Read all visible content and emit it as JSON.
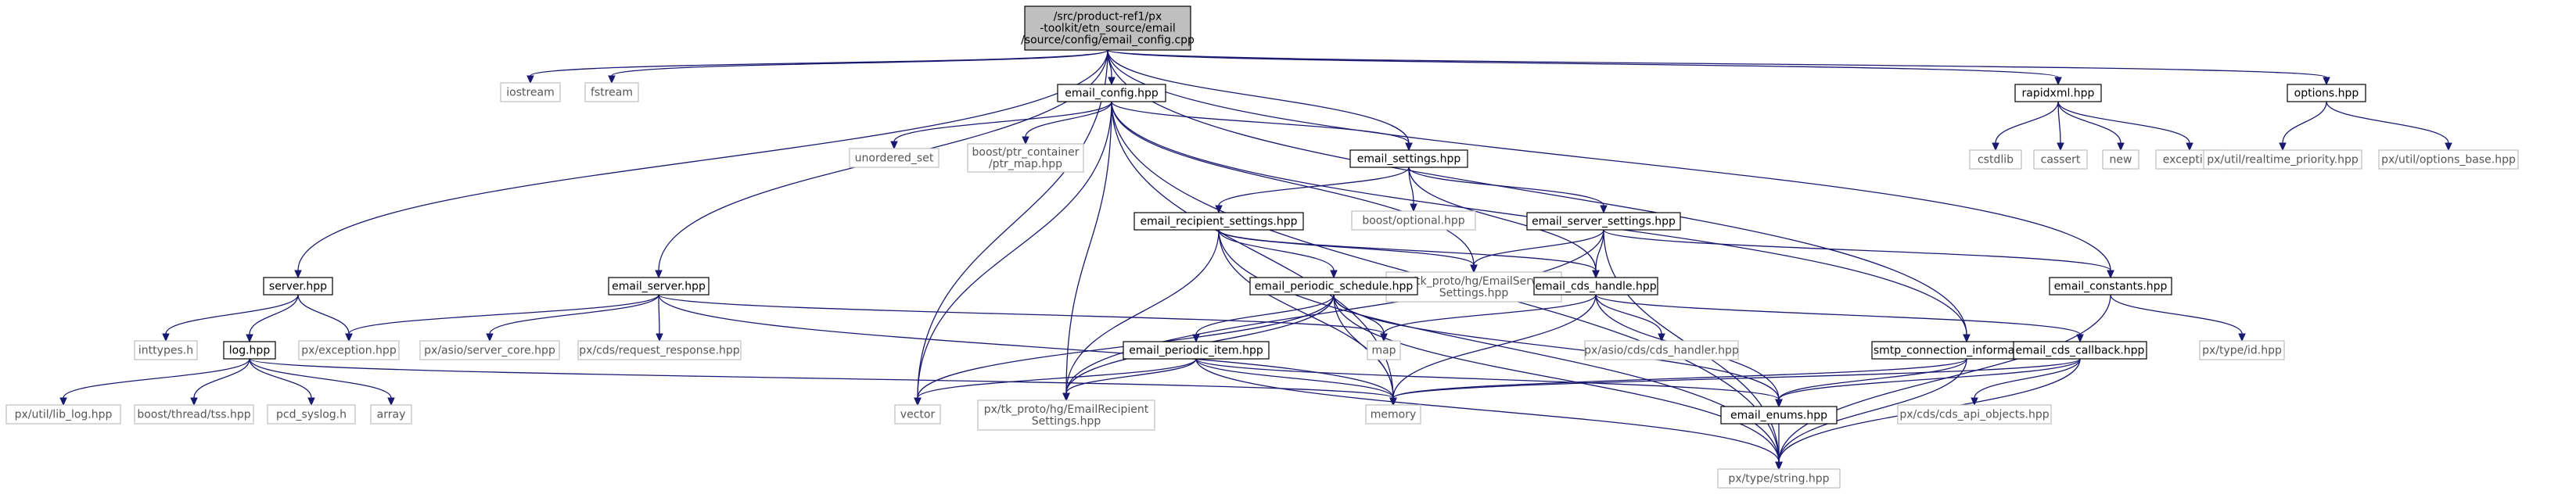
{
  "nodes": [
    {
      "id": "root",
      "lines": [
        "/src/product-ref1/px",
        "-toolkit/etn_source/email",
        "/source/config/email_config.cpp"
      ],
      "kind": "root"
    },
    {
      "id": "iostream",
      "lines": [
        "iostream"
      ],
      "kind": "ext"
    },
    {
      "id": "fstream",
      "lines": [
        "fstream"
      ],
      "kind": "ext"
    },
    {
      "id": "email_config_hpp",
      "lines": [
        "email_config.hpp"
      ],
      "kind": "file"
    },
    {
      "id": "rapidxml_hpp",
      "lines": [
        "rapidxml.hpp"
      ],
      "kind": "file"
    },
    {
      "id": "options_hpp",
      "lines": [
        "options.hpp"
      ],
      "kind": "file"
    },
    {
      "id": "cstdlib",
      "lines": [
        "cstdlib"
      ],
      "kind": "ext"
    },
    {
      "id": "cassert",
      "lines": [
        "cassert"
      ],
      "kind": "ext"
    },
    {
      "id": "new",
      "lines": [
        "new"
      ],
      "kind": "ext"
    },
    {
      "id": "exception",
      "lines": [
        "exception"
      ],
      "kind": "ext"
    },
    {
      "id": "realtime_priority",
      "lines": [
        "px/util/realtime_priority.hpp"
      ],
      "kind": "ext"
    },
    {
      "id": "options_base",
      "lines": [
        "px/util/options_base.hpp"
      ],
      "kind": "ext"
    },
    {
      "id": "unordered_set",
      "lines": [
        "unordered_set"
      ],
      "kind": "ext"
    },
    {
      "id": "ptr_map",
      "lines": [
        "boost/ptr_container",
        "/ptr_map.hpp"
      ],
      "kind": "ext"
    },
    {
      "id": "email_settings_hpp",
      "lines": [
        "email_settings.hpp"
      ],
      "kind": "file"
    },
    {
      "id": "boost_optional",
      "lines": [
        "boost/optional.hpp"
      ],
      "kind": "ext"
    },
    {
      "id": "email_recipient_settings_hpp",
      "lines": [
        "email_recipient_settings.hpp"
      ],
      "kind": "file"
    },
    {
      "id": "email_server_settings_hpp",
      "lines": [
        "email_server_settings.hpp"
      ],
      "kind": "file"
    },
    {
      "id": "hg_email_server_settings",
      "lines": [
        "px/tk_proto/hg/EmailServer",
        "Settings.hpp"
      ],
      "kind": "ext"
    },
    {
      "id": "email_cds_handle_hpp",
      "lines": [
        "email_cds_handle.hpp"
      ],
      "kind": "file"
    },
    {
      "id": "email_constants_hpp",
      "lines": [
        "email_constants.hpp"
      ],
      "kind": "file"
    },
    {
      "id": "server_hpp",
      "lines": [
        "server.hpp"
      ],
      "kind": "file"
    },
    {
      "id": "email_server_hpp",
      "lines": [
        "email_server.hpp"
      ],
      "kind": "file"
    },
    {
      "id": "email_periodic_schedule_hpp",
      "lines": [
        "email_periodic_schedule.hpp"
      ],
      "kind": "file"
    },
    {
      "id": "inttypes",
      "lines": [
        "inttypes.h"
      ],
      "kind": "ext"
    },
    {
      "id": "log_hpp",
      "lines": [
        "log.hpp"
      ],
      "kind": "file"
    },
    {
      "id": "px_exception",
      "lines": [
        "px/exception.hpp"
      ],
      "kind": "ext"
    },
    {
      "id": "server_core",
      "lines": [
        "px/asio/server_core.hpp"
      ],
      "kind": "ext"
    },
    {
      "id": "request_response",
      "lines": [
        "px/cds/request_response.hpp"
      ],
      "kind": "ext"
    },
    {
      "id": "map",
      "lines": [
        "map"
      ],
      "kind": "ext"
    },
    {
      "id": "cds_handler",
      "lines": [
        "px/asio/cds/cds_handler.hpp"
      ],
      "kind": "ext"
    },
    {
      "id": "smtp_hpp",
      "lines": [
        "smtp_connection_information.hpp"
      ],
      "kind": "file"
    },
    {
      "id": "email_cds_callback_hpp",
      "lines": [
        "email_cds_callback.hpp"
      ],
      "kind": "file"
    },
    {
      "id": "type_id",
      "lines": [
        "px/type/id.hpp"
      ],
      "kind": "ext"
    },
    {
      "id": "lib_log",
      "lines": [
        "px/util/lib_log.hpp"
      ],
      "kind": "ext"
    },
    {
      "id": "tss",
      "lines": [
        "boost/thread/tss.hpp"
      ],
      "kind": "ext"
    },
    {
      "id": "pcd_syslog",
      "lines": [
        "pcd_syslog.h"
      ],
      "kind": "ext"
    },
    {
      "id": "array",
      "lines": [
        "array"
      ],
      "kind": "ext"
    },
    {
      "id": "email_periodic_item_hpp",
      "lines": [
        "email_periodic_item.hpp"
      ],
      "kind": "file"
    },
    {
      "id": "vector",
      "lines": [
        "vector"
      ],
      "kind": "ext"
    },
    {
      "id": "hg_email_recipient_settings",
      "lines": [
        "px/tk_proto/hg/EmailRecipient",
        "Settings.hpp"
      ],
      "kind": "ext"
    },
    {
      "id": "memory",
      "lines": [
        "memory"
      ],
      "kind": "ext"
    },
    {
      "id": "email_enums_hpp",
      "lines": [
        "email_enums.hpp"
      ],
      "kind": "file"
    },
    {
      "id": "cds_api_objects",
      "lines": [
        "px/cds/cds_api_objects.hpp"
      ],
      "kind": "ext"
    },
    {
      "id": "type_string",
      "lines": [
        "px/type/string.hpp"
      ],
      "kind": "ext"
    }
  ],
  "edges": [
    [
      "root",
      "iostream"
    ],
    [
      "root",
      "fstream"
    ],
    [
      "root",
      "email_config_hpp"
    ],
    [
      "root",
      "rapidxml_hpp"
    ],
    [
      "root",
      "options_hpp"
    ],
    [
      "root",
      "server_hpp"
    ],
    [
      "root",
      "email_server_hpp"
    ],
    [
      "root",
      "vector"
    ],
    [
      "root",
      "email_settings_hpp"
    ],
    [
      "root",
      "email_constants_hpp"
    ],
    [
      "root",
      "smtp_hpp"
    ],
    [
      "rapidxml_hpp",
      "cstdlib"
    ],
    [
      "rapidxml_hpp",
      "cassert"
    ],
    [
      "rapidxml_hpp",
      "new"
    ],
    [
      "rapidxml_hpp",
      "exception"
    ],
    [
      "options_hpp",
      "realtime_priority"
    ],
    [
      "options_hpp",
      "options_base"
    ],
    [
      "email_config_hpp",
      "unordered_set"
    ],
    [
      "email_config_hpp",
      "ptr_map"
    ],
    [
      "email_config_hpp",
      "email_settings_hpp"
    ],
    [
      "email_config_hpp",
      "vector"
    ],
    [
      "email_config_hpp",
      "type_string"
    ],
    [
      "email_config_hpp",
      "hg_email_recipient_settings"
    ],
    [
      "email_config_hpp",
      "memory"
    ],
    [
      "email_config_hpp",
      "hg_email_server_settings"
    ],
    [
      "email_config_hpp",
      "smtp_hpp"
    ],
    [
      "email_settings_hpp",
      "boost_optional"
    ],
    [
      "email_settings_hpp",
      "email_recipient_settings_hpp"
    ],
    [
      "email_settings_hpp",
      "email_server_settings_hpp"
    ],
    [
      "email_settings_hpp",
      "email_cds_handle_hpp"
    ],
    [
      "email_recipient_settings_hpp",
      "hg_email_server_settings"
    ],
    [
      "email_recipient_settings_hpp",
      "email_periodic_schedule_hpp"
    ],
    [
      "email_recipient_settings_hpp",
      "hg_email_recipient_settings"
    ],
    [
      "email_recipient_settings_hpp",
      "email_cds_handle_hpp"
    ],
    [
      "email_recipient_settings_hpp",
      "type_string"
    ],
    [
      "email_recipient_settings_hpp",
      "memory"
    ],
    [
      "email_server_settings_hpp",
      "hg_email_server_settings"
    ],
    [
      "email_server_settings_hpp",
      "email_cds_handle_hpp"
    ],
    [
      "email_server_settings_hpp",
      "email_constants_hpp"
    ],
    [
      "email_server_settings_hpp",
      "hg_email_recipient_settings"
    ],
    [
      "email_server_settings_hpp",
      "type_string"
    ],
    [
      "email_cds_handle_hpp",
      "map"
    ],
    [
      "email_cds_handle_hpp",
      "cds_handler"
    ],
    [
      "email_cds_handle_hpp",
      "email_cds_callback_hpp"
    ],
    [
      "email_cds_handle_hpp",
      "memory"
    ],
    [
      "email_cds_handle_hpp",
      "email_enums_hpp"
    ],
    [
      "email_constants_hpp",
      "type_id"
    ],
    [
      "email_constants_hpp",
      "type_string"
    ],
    [
      "server_hpp",
      "inttypes"
    ],
    [
      "server_hpp",
      "log_hpp"
    ],
    [
      "server_hpp",
      "px_exception"
    ],
    [
      "email_server_hpp",
      "px_exception"
    ],
    [
      "email_server_hpp",
      "server_core"
    ],
    [
      "email_server_hpp",
      "request_response"
    ],
    [
      "email_server_hpp",
      "map"
    ],
    [
      "email_server_hpp",
      "memory"
    ],
    [
      "email_periodic_schedule_hpp",
      "map"
    ],
    [
      "email_periodic_schedule_hpp",
      "email_periodic_item_hpp"
    ],
    [
      "email_periodic_schedule_hpp",
      "vector"
    ],
    [
      "email_periodic_schedule_hpp",
      "hg_email_recipient_settings"
    ],
    [
      "email_periodic_schedule_hpp",
      "memory"
    ],
    [
      "email_periodic_schedule_hpp",
      "email_enums_hpp"
    ],
    [
      "email_periodic_schedule_hpp",
      "type_string"
    ],
    [
      "log_hpp",
      "lib_log"
    ],
    [
      "log_hpp",
      "tss"
    ],
    [
      "log_hpp",
      "pcd_syslog"
    ],
    [
      "log_hpp",
      "array"
    ],
    [
      "log_hpp",
      "memory"
    ],
    [
      "email_periodic_item_hpp",
      "vector"
    ],
    [
      "email_periodic_item_hpp",
      "hg_email_recipient_settings"
    ],
    [
      "email_periodic_item_hpp",
      "memory"
    ],
    [
      "email_periodic_item_hpp",
      "email_enums_hpp"
    ],
    [
      "email_periodic_item_hpp",
      "type_string"
    ],
    [
      "smtp_hpp",
      "memory"
    ],
    [
      "smtp_hpp",
      "email_enums_hpp"
    ],
    [
      "smtp_hpp",
      "type_string"
    ],
    [
      "email_cds_callback_hpp",
      "memory"
    ],
    [
      "email_cds_callback_hpp",
      "email_enums_hpp"
    ],
    [
      "email_cds_callback_hpp",
      "cds_api_objects"
    ],
    [
      "email_cds_callback_hpp",
      "type_string"
    ],
    [
      "email_enums_hpp",
      "type_string"
    ]
  ]
}
